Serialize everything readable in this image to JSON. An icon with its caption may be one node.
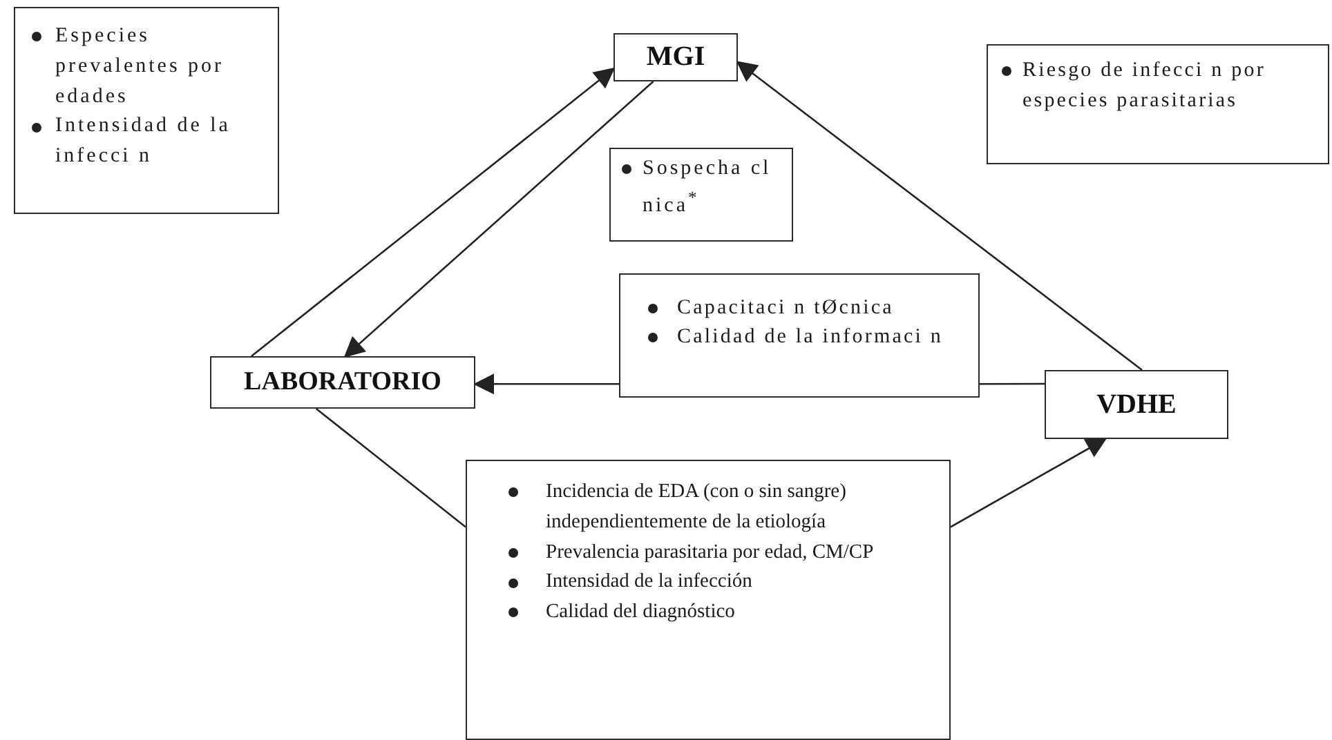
{
  "diagram": {
    "nodes": [
      {
        "text": [
          "Especies prevalentes por edades",
          "Intensidad de la infecci n"
        ]
      },
      {
        "text": [
          "MGI"
        ]
      },
      {
        "text": [
          "Riesgo de infecci n por especies parasitarias"
        ]
      },
      {
        "text": [
          "Sospecha cl nica$^{*}$"
        ]
      },
      {
        "text": [
          "Capacitaci n tØcnica",
          "Calidad de la informaci n"
        ]
      },
      {
        "text": [
          "LABORATORIO"
        ]
      },
      {
        "text": [
          "VDHE"
        ]
      },
      {
        "text": [
          "Incidencia de EDA (con o sin sangre) independientemente de la etiología",
          "Prevalencia parasitaria por edad, CM/CP",
          "Intensidad de la infección",
          "Calidad del diagnóstico"
        ]
      }
    ],
    "edges": [
      {
        "from": 5,
        "to": 1,
        "arrow": "to"
      },
      {
        "from": 1,
        "to": 5,
        "arrow": "to"
      },
      {
        "from": 6,
        "to": 1,
        "arrow": "to"
      },
      {
        "from": 6,
        "to": 4,
        "arrow": "none"
      },
      {
        "from": 4,
        "to": 5,
        "arrow": "to"
      },
      {
        "from": 5,
        "to": 7,
        "arrow": "none"
      },
      {
        "from": 7,
        "to": 6,
        "arrow": "to"
      }
    ]
  }
}
